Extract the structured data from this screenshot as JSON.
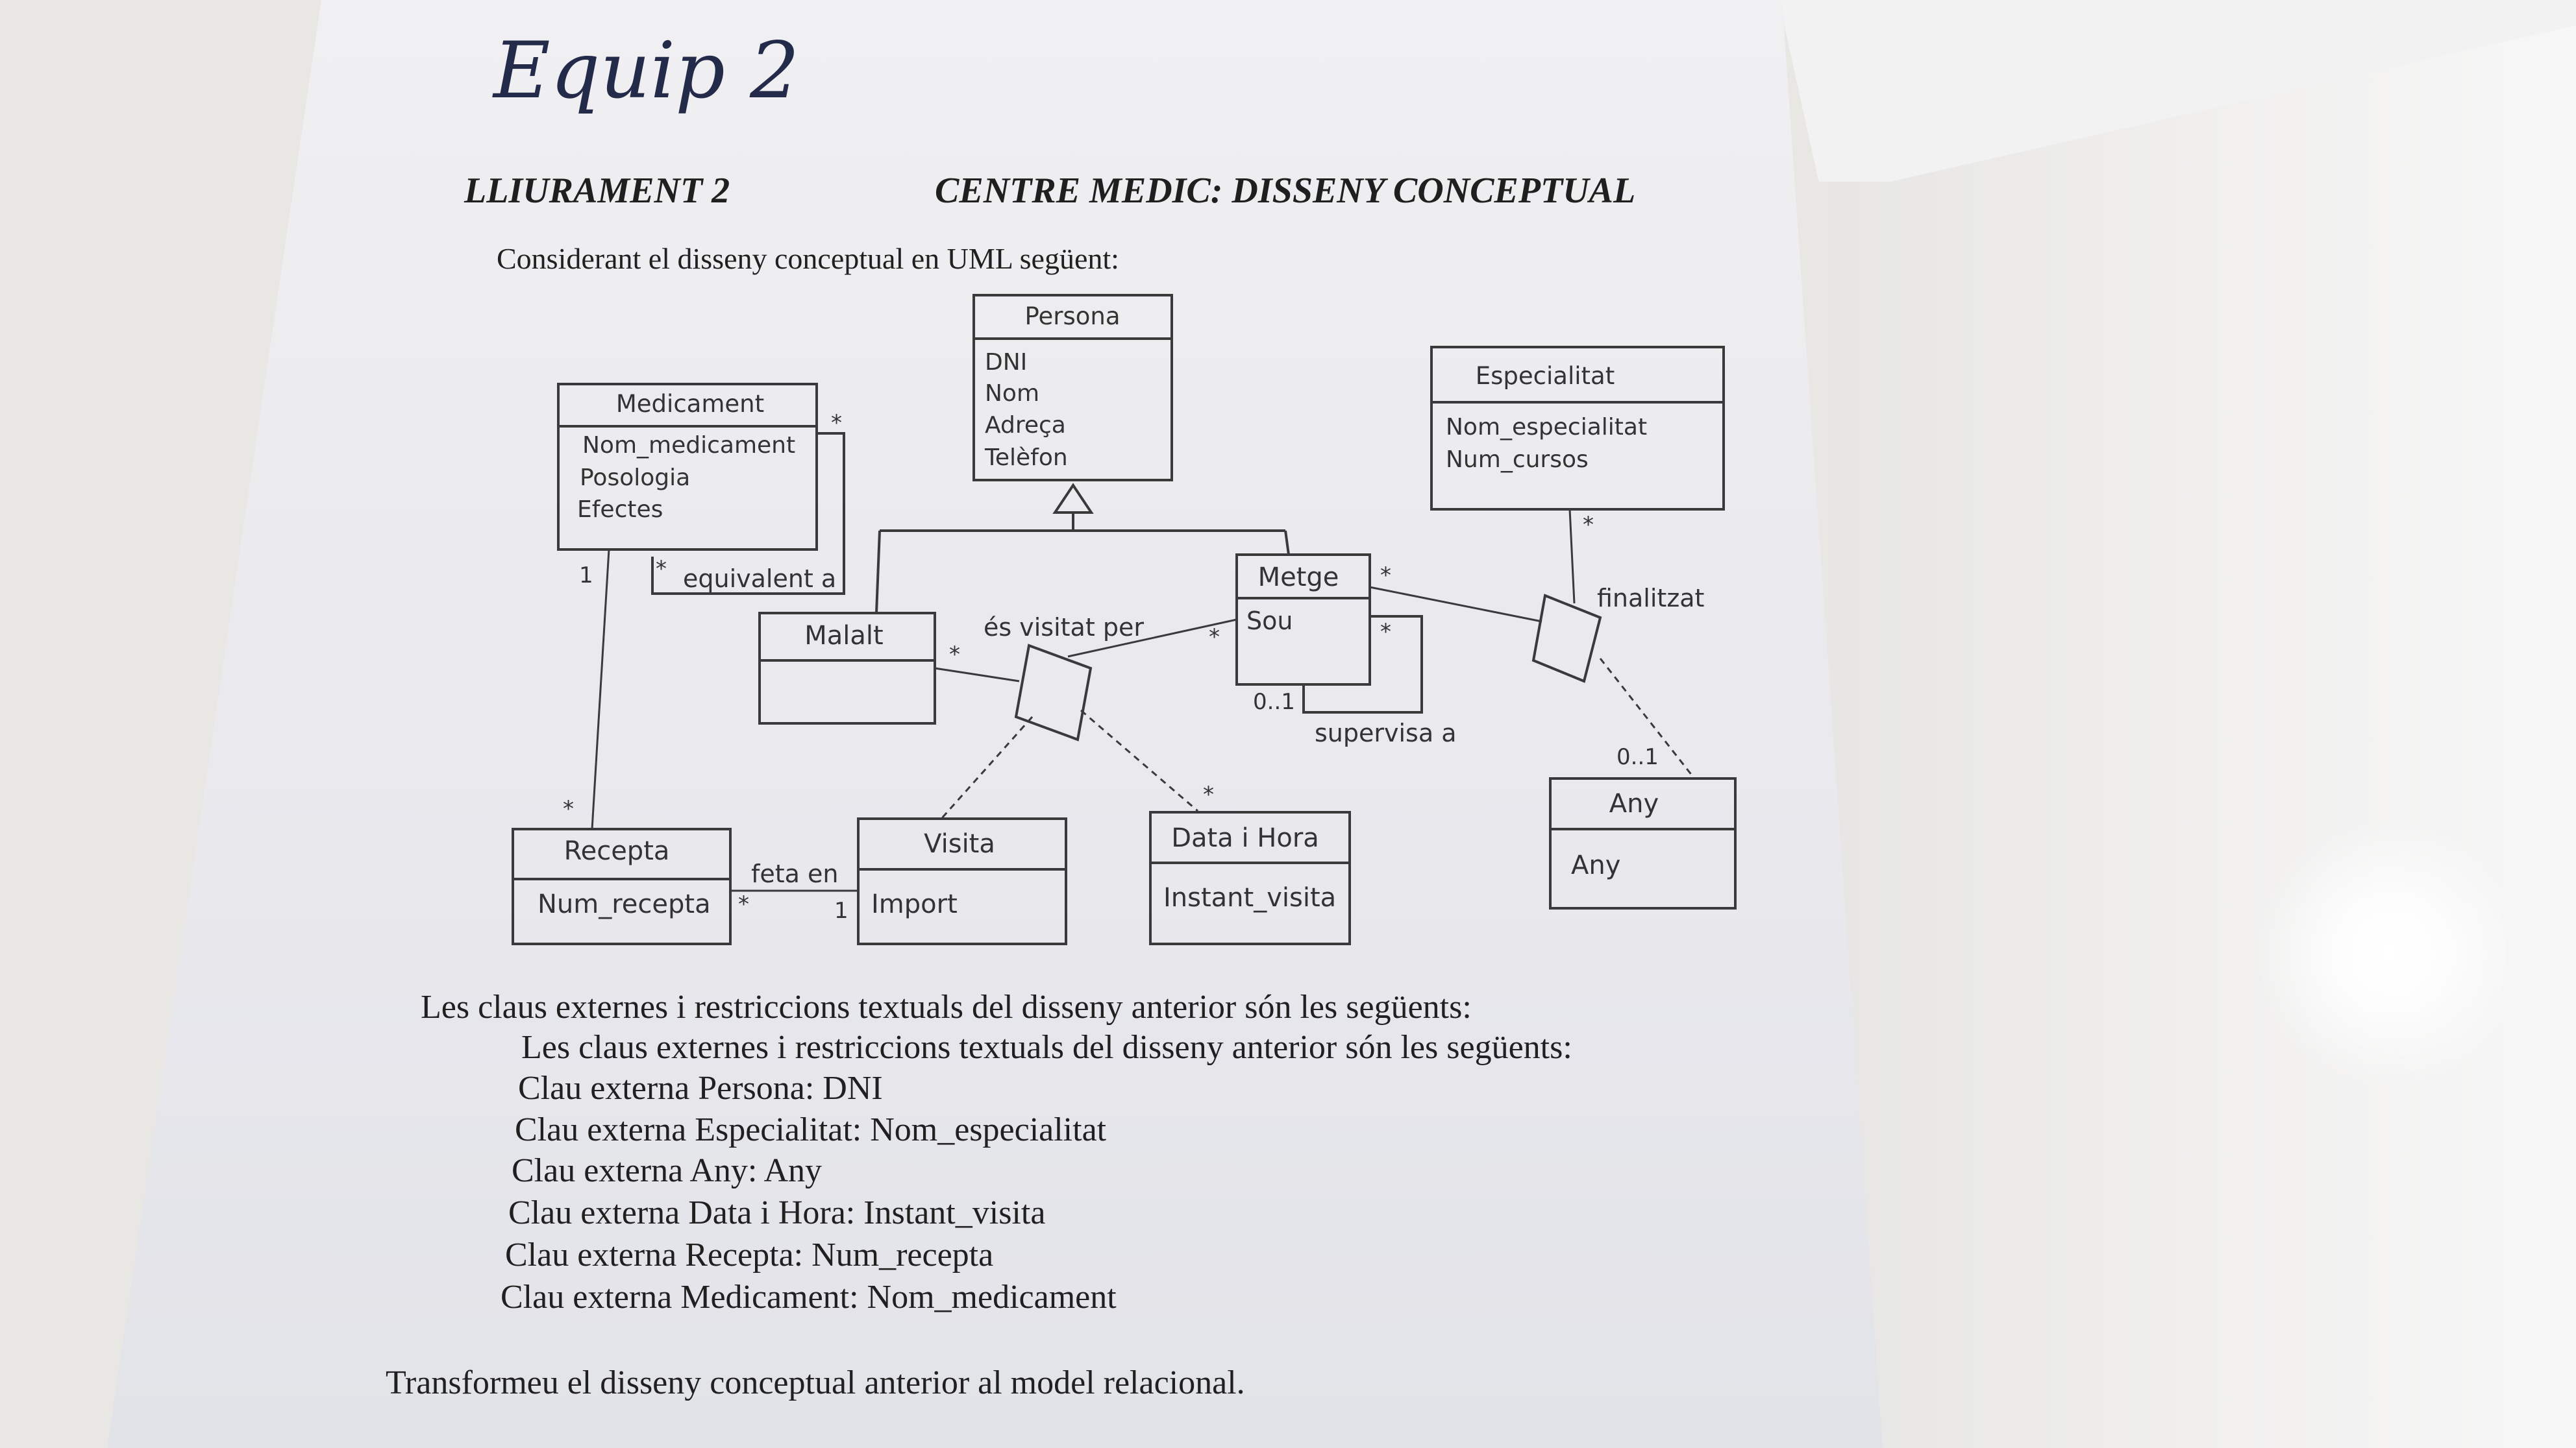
{
  "handwritten_note": "Equip 2",
  "header": {
    "left": "LLIURAMENT 2",
    "right": "CENTRE MEDIC: DISSENY CONCEPTUAL"
  },
  "intro": "Considerant el disseny conceptual en UML següent:",
  "diagram": {
    "classes": {
      "persona": {
        "name": "Persona",
        "attributes": [
          "DNI",
          "Nom",
          "Adreça",
          "Telèfon"
        ]
      },
      "medicament": {
        "name": "Medicament",
        "attributes": [
          "Nom_medicament",
          "Posologia",
          "Efectes"
        ]
      },
      "especialitat": {
        "name": "Especialitat",
        "attributes": [
          "Nom_especialitat",
          "Num_cursos"
        ]
      },
      "malalt": {
        "name": "Malalt",
        "attributes": []
      },
      "metge": {
        "name": "Metge",
        "attributes": [
          "Sou"
        ]
      },
      "recepta": {
        "name": "Recepta",
        "attributes": [
          "Num_recepta"
        ]
      },
      "visita": {
        "name": "Visita",
        "attributes": [
          "Import"
        ]
      },
      "datahora": {
        "name": "Data i Hora",
        "attributes": [
          "Instant_visita"
        ]
      },
      "any": {
        "name": "Any",
        "attributes": [
          "Any"
        ]
      }
    },
    "associations": {
      "equivalent": "equivalent a",
      "visitat": "és visitat per",
      "supervisa": "supervisa a",
      "finalitzat": "finalitzat",
      "feta": "feta en"
    },
    "multiplicities": {
      "med_self_top": "*",
      "med_self_bottom": "*",
      "med_recepta_med": "1",
      "med_recepta_rec": "*",
      "malalt_visitat": "*",
      "metge_visitat": "*",
      "datahora_visitat": "*",
      "metge_finalitzat": "*",
      "metge_supervisa_many": "*",
      "metge_supervisa_one": "0..1",
      "especialitat_finalitzat": "*",
      "any_finalitzat": "0..1",
      "recepta_feta": "*",
      "visita_feta": "1"
    }
  },
  "constraints_title": "Les claus externes i restriccions textuals del disseny anterior són les següents:",
  "constraints": [
    "Les claus externes i restriccions textuals del disseny anterior són les següents:",
    "Clau externa Persona: DNI",
    "Clau externa Especialitat: Nom_especialitat",
    "Clau externa Any: Any",
    "Clau externa Data i Hora: Instant_visita",
    "Clau externa Recepta: Num_recepta",
    "Clau externa Medicament: Nom_medicament"
  ],
  "task": "Transformeu el disseny conceptual anterior al model relacional."
}
